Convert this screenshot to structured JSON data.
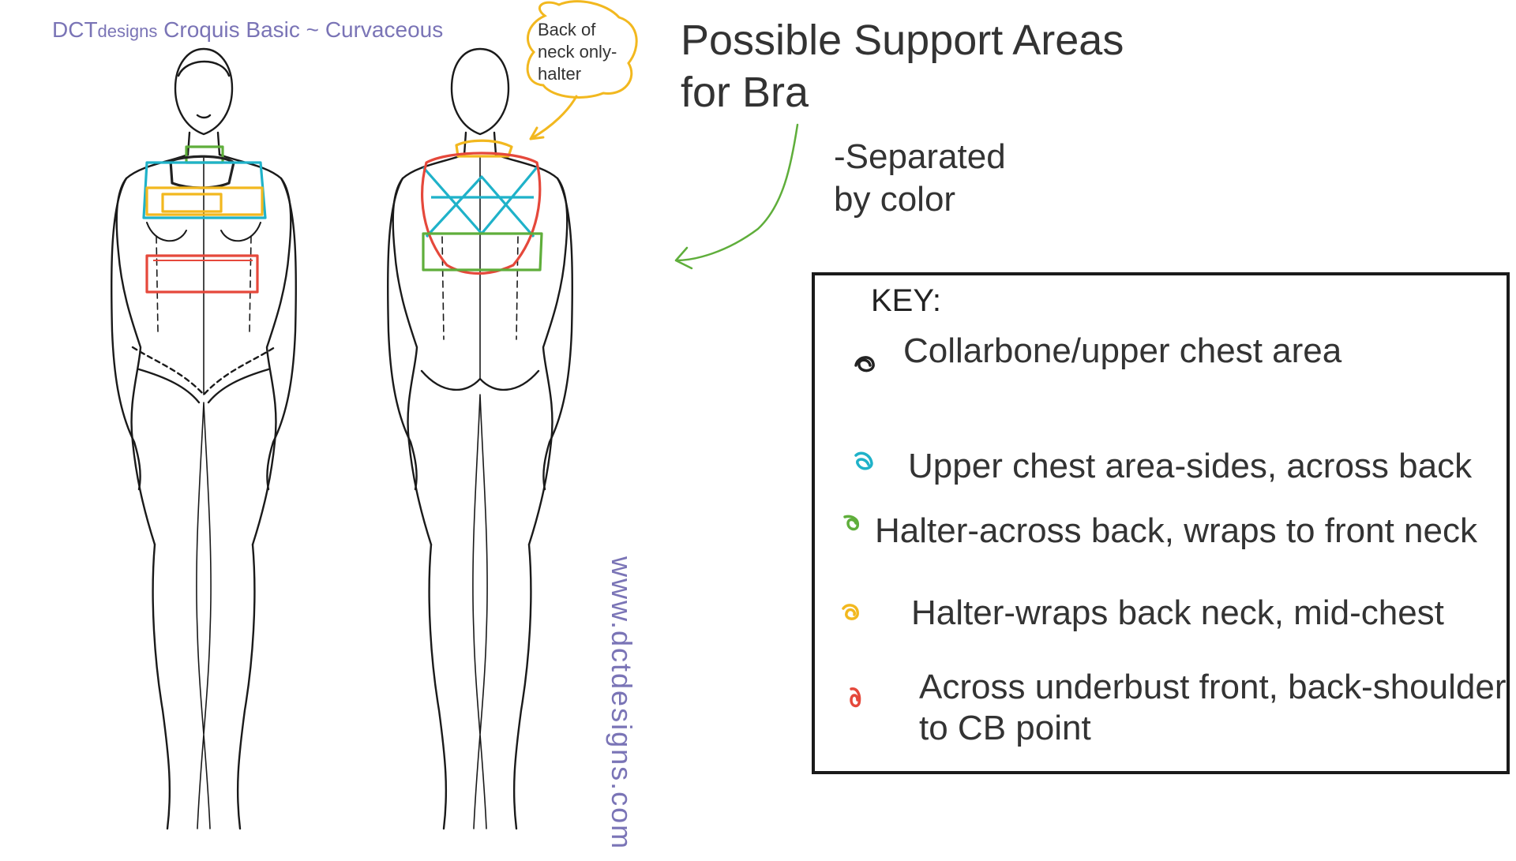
{
  "header": {
    "brand": "DCT",
    "brand_small": "designs",
    "croquis_title": "Croquis Basic ~ Curvaceous"
  },
  "callout": {
    "lines": [
      "Back of",
      "neck only-",
      "halter"
    ],
    "color": "#f2b81f"
  },
  "watermark": "www.dctdesigns.com",
  "title": {
    "line1": "Possible Support Areas",
    "line2": "for Bra"
  },
  "subtitle": {
    "line1": "-Separated",
    "line2": "by color"
  },
  "key": {
    "title": "KEY:",
    "items": [
      {
        "label": "Collarbone/upper chest area",
        "color": "#222222"
      },
      {
        "label": "Upper chest area-sides, across back",
        "color": "#1fb2c9"
      },
      {
        "label": "Halter-across back, wraps to front neck",
        "color": "#5fae3b"
      },
      {
        "label": "Halter-wraps back neck, mid-chest",
        "color": "#f2b81f"
      },
      {
        "label": "Across underbust front, back-shoulder to CB point",
        "color": "#e5483b"
      }
    ]
  },
  "colors": {
    "label_purple": "#7a74b6",
    "arrow_green": "#5fae3b",
    "outline": "#1a1a1a"
  }
}
